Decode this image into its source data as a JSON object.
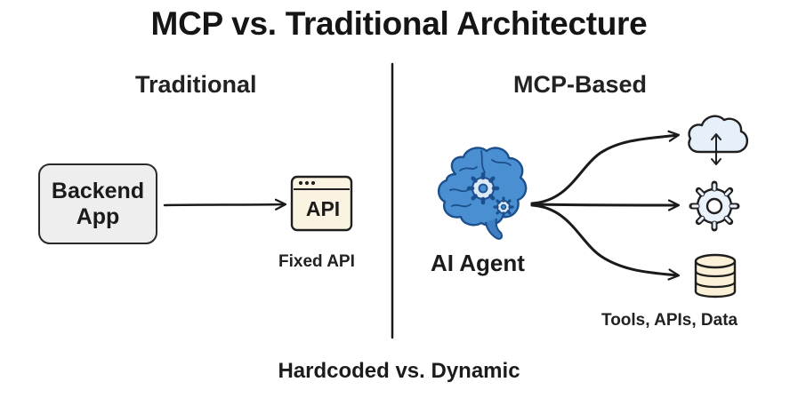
{
  "title": "MCP vs. Traditional Architecture",
  "left": {
    "heading": "Traditional",
    "backend": {
      "line1": "Backend",
      "line2": "App"
    },
    "api": {
      "label": "API",
      "caption": "Fixed API"
    }
  },
  "right": {
    "heading": "MCP-Based",
    "agent_label": "AI Agent",
    "targets": [
      {
        "icon": "cloud-sync-icon"
      },
      {
        "icon": "gear-icon"
      },
      {
        "icon": "database-icon"
      }
    ],
    "targets_caption": "Tools, APIs, Data"
  },
  "footer": "Hardcoded vs. Dynamic",
  "colors": {
    "ink": "#1a1a1a",
    "backend_fill": "#eeeeee",
    "api_fill": "#fbf3e1",
    "brain_fill": "#4a8fd1",
    "brain_dark": "#1f5da3",
    "cloud_fill": "#e6f0fa",
    "gear_fill": "#eaf2fb",
    "db_fill": "#fbf0d8"
  }
}
